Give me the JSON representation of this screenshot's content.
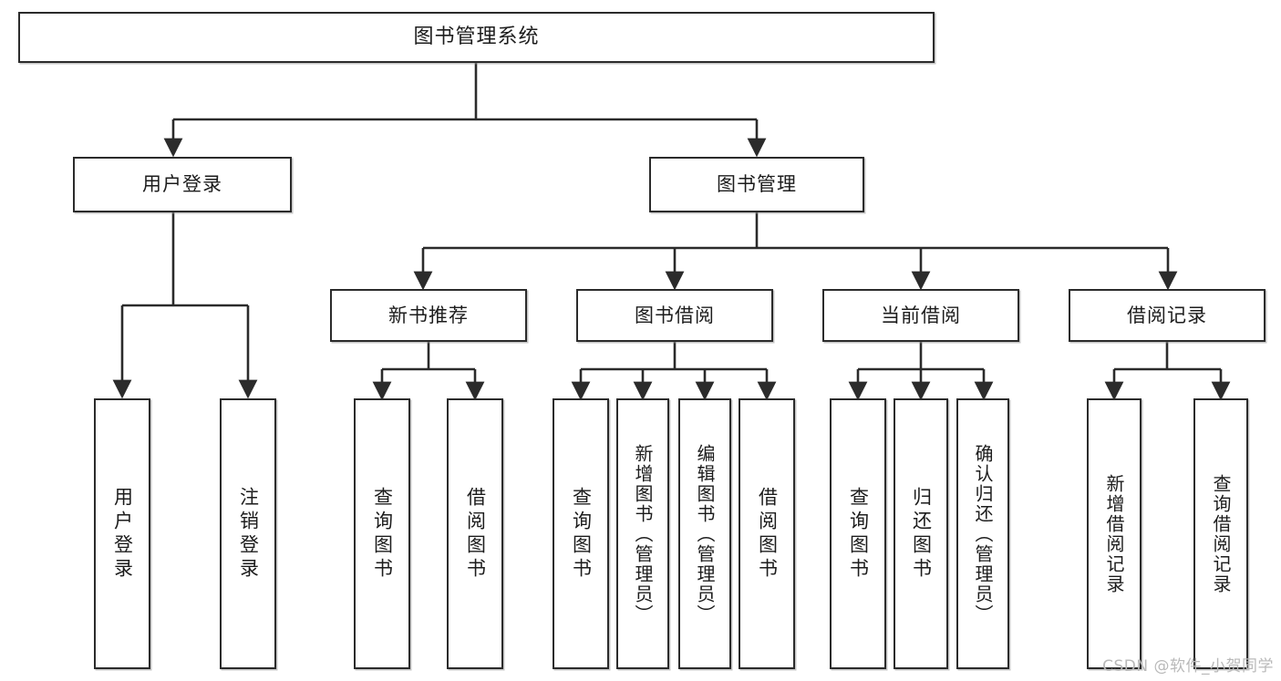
{
  "diagram": {
    "type": "tree",
    "title": "图书管理系统",
    "watermark": "CSDN @软件_小贺同学",
    "colors": {
      "background": "#ffffff",
      "box_border": "#2b2b2b",
      "box_fill": "#ffffff",
      "connector": "#2b2b2b",
      "watermark": "#b9b9b9"
    },
    "levels": {
      "root": {
        "label": "图书管理系统"
      },
      "level2": [
        {
          "label": "用户登录"
        },
        {
          "label": "图书管理"
        }
      ],
      "level3": [
        {
          "label": "新书推荐"
        },
        {
          "label": "图书借阅"
        },
        {
          "label": "当前借阅"
        },
        {
          "label": "借阅记录"
        }
      ],
      "leaves": [
        {
          "label": "用户登录",
          "parent": "用户登录"
        },
        {
          "label": "注销登录",
          "parent": "用户登录"
        },
        {
          "label": "查询图书",
          "parent": "新书推荐"
        },
        {
          "label": "借阅图书",
          "parent": "新书推荐"
        },
        {
          "label": "查询图书",
          "parent": "图书借阅"
        },
        {
          "label": "新增图书（管理员）",
          "parent": "图书借阅"
        },
        {
          "label": "编辑图书（管理员）",
          "parent": "图书借阅"
        },
        {
          "label": "借阅图书",
          "parent": "图书借阅"
        },
        {
          "label": "查询图书",
          "parent": "当前借阅"
        },
        {
          "label": "归还图书",
          "parent": "当前借阅"
        },
        {
          "label": "确认归还（管理员）",
          "parent": "当前借阅"
        },
        {
          "label": "新增借阅记录",
          "parent": "借阅记录"
        },
        {
          "label": "查询借阅记录",
          "parent": "借阅记录"
        }
      ]
    }
  }
}
